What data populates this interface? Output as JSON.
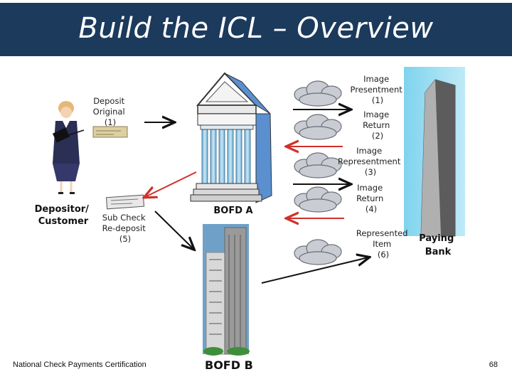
{
  "title": "Build the ICL – Overview",
  "labels": {
    "deposit": [
      "Deposit",
      "Original",
      "(1)"
    ],
    "depositor": [
      "Depositor/",
      "Customer"
    ],
    "subcheck": [
      "Sub Check",
      "Re-deposit",
      "(5)"
    ],
    "bofd_a": "BOFD A",
    "bofd_b": "BOFD B",
    "paying_bank": [
      "Paying",
      "Bank"
    ],
    "flows": [
      [
        "Image",
        "Presentment",
        "(1)"
      ],
      [
        "Image",
        "Return",
        "(2)"
      ],
      [
        "Image",
        "Representment",
        "(3)"
      ],
      [
        "Image",
        "Return",
        "(4)"
      ],
      [
        "Represented",
        "Item",
        "(6)"
      ]
    ]
  },
  "footer": {
    "left": "National Check Payments Certification",
    "page": "68"
  },
  "colors": {
    "title_bar": "#1b3a5c",
    "return_arrow": "#d0302a",
    "forward_arrow": "#111111"
  }
}
